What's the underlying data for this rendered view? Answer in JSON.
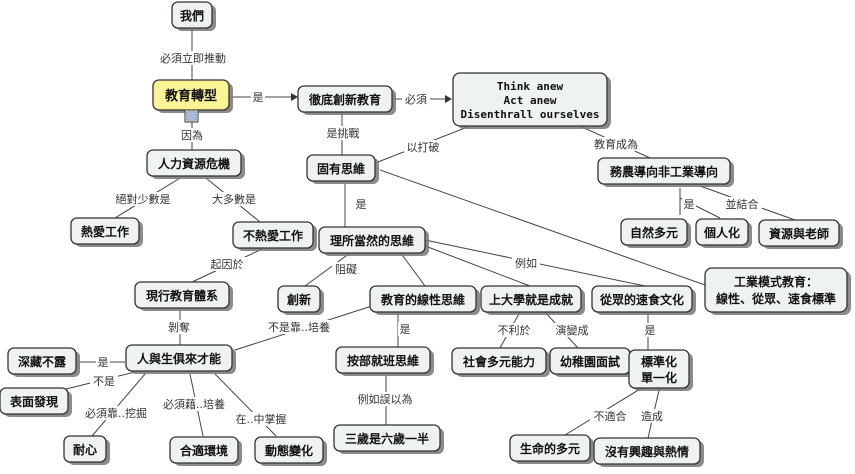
{
  "colors": {
    "node_fill": "#eef3f0",
    "root_fill": "#fbf497",
    "line": "#444444"
  },
  "icons": {
    "root_attachment": "notes-icon"
  },
  "nodes": {
    "we": "我們",
    "edu_transform": "教育轉型",
    "thorough_innovation": "徹底創新教育",
    "think_anew": [
      "Think anew",
      "Act anew",
      "Disenthrall ourselves"
    ],
    "hr_crisis": "人力資源危機",
    "fixed_thinking": "固有思維",
    "agri_not_industrial": "務農導向非工業導向",
    "love_work": "熱愛工作",
    "not_love_work": "不熱愛工作",
    "taken_for_granted": "理所當然的思維",
    "natural": "自然多元",
    "personalized": "個人化",
    "resources_teachers": "資源與老師",
    "industrial_model": [
      "工業模式教育：",
      "線性、從眾、速食標準"
    ],
    "current_system": "現行教育體系",
    "innovation": "創新",
    "linear_thinking": "教育的線性思維",
    "college_success": "上大學就是成就",
    "fast_food_culture": "從眾的速食文化",
    "hidden": "深藏不露",
    "innate_talent": "人與生俱來才能",
    "by_class": "按部就班思維",
    "social_ability": "社會多元能力",
    "kindergarten_interview": "幼稚園面試",
    "standardized": [
      "標準化",
      "單一化"
    ],
    "surface": "表面發現",
    "patience": "耐心",
    "suitable_env": "合適環境",
    "dynamic_change": "動態變化",
    "three_half_six": "三歲是六歲一半",
    "life_diversity": "生命的多元",
    "no_interest": "沒有興趣與熱情"
  },
  "links": {
    "must_promote": "必須立即推動",
    "is": "是",
    "must": "必須",
    "because": "因為",
    "challenge": "是挑戰",
    "to_break": "以打破",
    "education_becomes": "教育成為",
    "absolutely_few": "絕對少數是",
    "mostly": "大多數是",
    "is2": "是",
    "is3": "是",
    "combined_with": "並結合",
    "caused_by": "起因於",
    "hinders": "阻礙",
    "for_example": "例如",
    "deprives": "剝奪",
    "not_by_cultivate": "不是靠..培養",
    "is4": "是",
    "not_beneficial": "不利於",
    "evolves_into": "演變成",
    "is5": "是",
    "is6": "是",
    "is_not": "不是",
    "must_rely_dig": "必須靠..挖掘",
    "must_cultivate": "必須藉..培養",
    "in_grasp": "在..中掌握",
    "mistaken_as": "例如誤以為",
    "not_suitable": "不適合",
    "causes": "造成"
  }
}
